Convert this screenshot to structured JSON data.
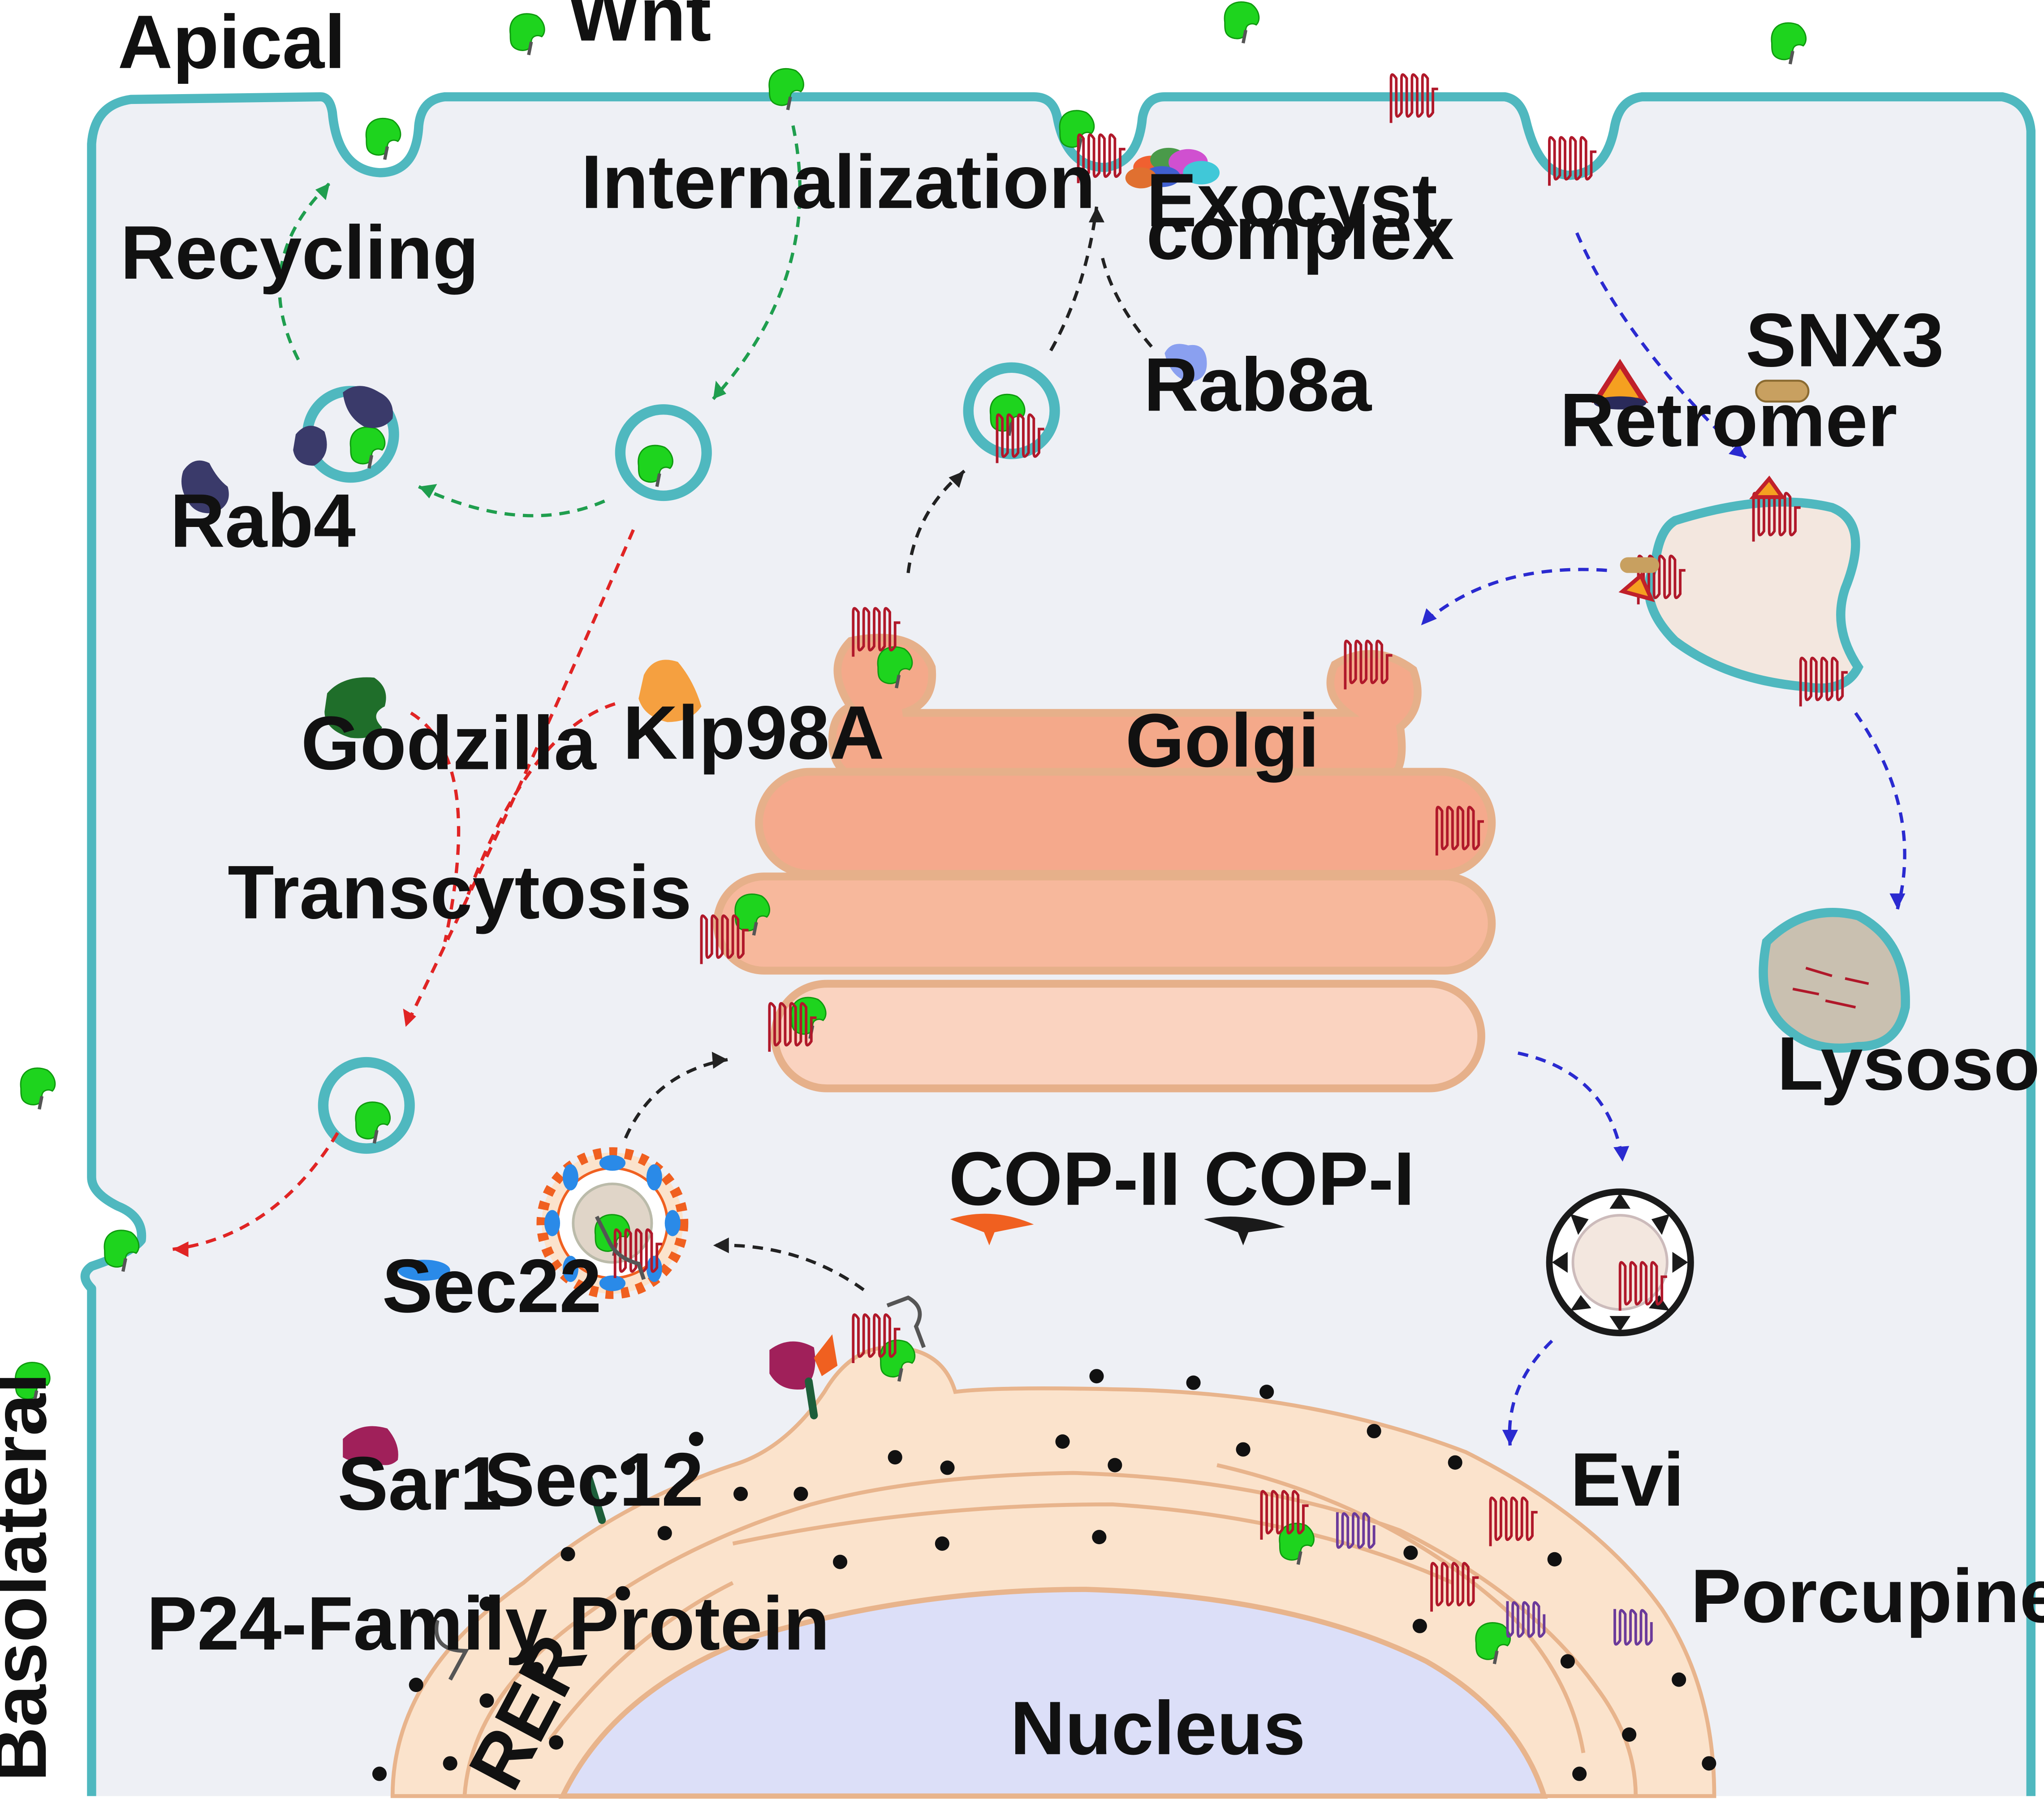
{
  "labels": {
    "apical": "Apical",
    "basolateral": "Basolateral",
    "wnt": "Wnt",
    "internalization": "Internalization",
    "recycling": "Recycling",
    "rab4": "Rab4",
    "exocyst": [
      "Exocyst",
      "complex"
    ],
    "rab8a": "Rab8a",
    "retromer": "Retromer",
    "snx3": "SNX3",
    "lysosome": "Lysosome",
    "godzilla": "Godzilla",
    "klp98a": "Klp98A",
    "transcytosis": "Transcytosis",
    "golgi": "Golgi",
    "copii": "COP-II",
    "copi": "COP-I",
    "sec22": "Sec22",
    "sar1": "Sar1",
    "sec12": "Sec12",
    "p24": "P24-Family Protein",
    "rer": "RER",
    "nucleus": "Nucleus",
    "evi": "Evi",
    "porcupine": "Porcupine"
  },
  "colors": {
    "membrane": "#4fb8bf",
    "cytoplasm": "#eef0f5",
    "wnt": "#1ed41e",
    "evi": "#b0182a",
    "porcupine": "#6b3a9a",
    "golgi": "#f4a98a",
    "er": "#fbe3cc",
    "nucleus": "#dcdff8",
    "arrow_internalization": "#1f9e4e",
    "arrow_transcytosis": "#e02424",
    "arrow_secretion": "#222222",
    "arrow_retrograde": "#2a2ad0",
    "copii_coat": "#f06020",
    "copi_coat": "#1a1a1a",
    "sec22": "#2a8ae8",
    "sec12": "#1d5e3a",
    "sar1": "#a0205a",
    "rab4": "#3a3a6a",
    "rab8a": "#8aa0f0",
    "godzilla": "#1f6e2a",
    "klp98a": "#f5a040",
    "lysosome": "#c9c0b0",
    "endosome": "#f3e7df"
  },
  "icons": [
    "wnt-ligand-icon",
    "evi-receptor-icon",
    "porcupine-icon",
    "retromer-icon",
    "snx3-icon",
    "rab4-icon",
    "rab8a-icon",
    "godzilla-icon",
    "klp98a-icon",
    "sar1-icon",
    "sec12-icon",
    "sec22-icon",
    "p24-icon",
    "copii-coat-icon",
    "copi-coat-icon",
    "exocyst-complex-icon",
    "ribosome-icon"
  ]
}
